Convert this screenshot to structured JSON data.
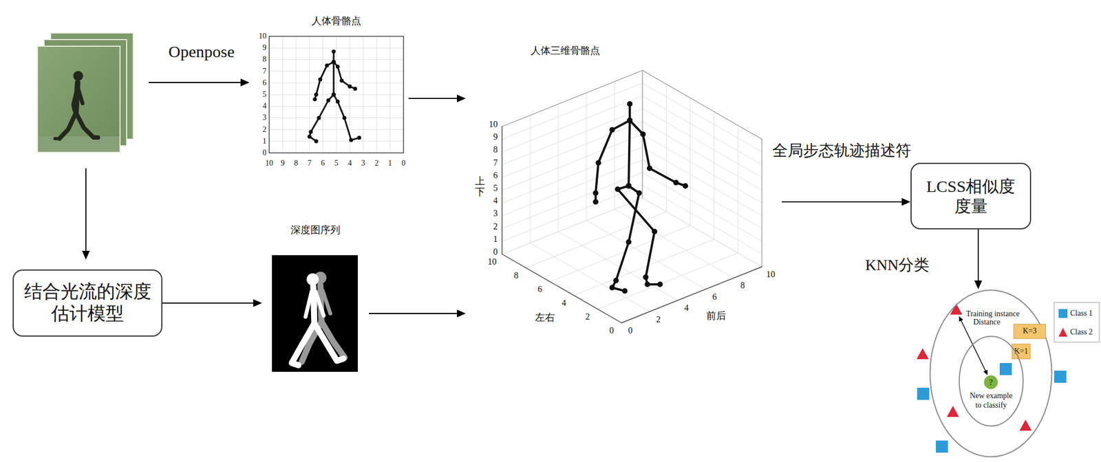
{
  "diagram": {
    "nodes": [
      {
        "text": [
          "人体骨骼点"
        ]
      },
      {
        "text": [
          "结合光流的深度 估计模型"
        ]
      },
      {
        "text": [
          "深度图序列"
        ]
      },
      {
        "text": [
          "人体三维骨骼点"
        ]
      },
      {
        "text": [
          "LCSS相似度 度量"
        ]
      },
      {
        "text": [
          "Training instance",
          "Distance"
        ]
      },
      {
        "text": [
          "K=3"
        ],
        "in": 5
      },
      {
        "text": [
          "K=1"
        ],
        "in": 5
      },
      {
        "text": [
          "New example to classify"
        ],
        "in": 5
      },
      {
        "text": [
          "?"
        ],
        "in": 8
      }
    ],
    "edges": [
      {
        "from": 1,
        "to": 2,
        "arrow": "to"
      },
      {
        "from": 0,
        "to": 3,
        "arrow": "to"
      },
      {
        "from": 2,
        "to": 3,
        "arrow": "to"
      },
      {
        "from": 3,
        "to": 4,
        "label": "全局步态轨迹描述符",
        "arrow": "to"
      },
      {
        "from": 4,
        "to": 5,
        "label": "KNN分类",
        "arrow": "to"
      }
    ],
    "labels": [
      "Openpose",
      "10",
      "9",
      "8",
      "7",
      "6",
      "5",
      "4",
      "3",
      "2",
      "1",
      "0",
      "10",
      "9",
      "8",
      "7",
      "6",
      "5",
      "4",
      "3",
      "2",
      "1",
      "0",
      "10",
      "9",
      "8",
      "7",
      "6",
      "5",
      "4",
      "3",
      "2",
      "1",
      "0",
      "上下",
      "10",
      "8",
      "6",
      "4",
      "2",
      "0",
      "左右",
      "0",
      "2",
      "4",
      "6",
      "8",
      "10",
      "前后"
    ],
    "legend": [
      {
        "text": "Class 1",
        "color": "#2e9bd6"
      },
      {
        "text": "Class 2",
        "color": "#d9283a"
      }
    ]
  }
}
